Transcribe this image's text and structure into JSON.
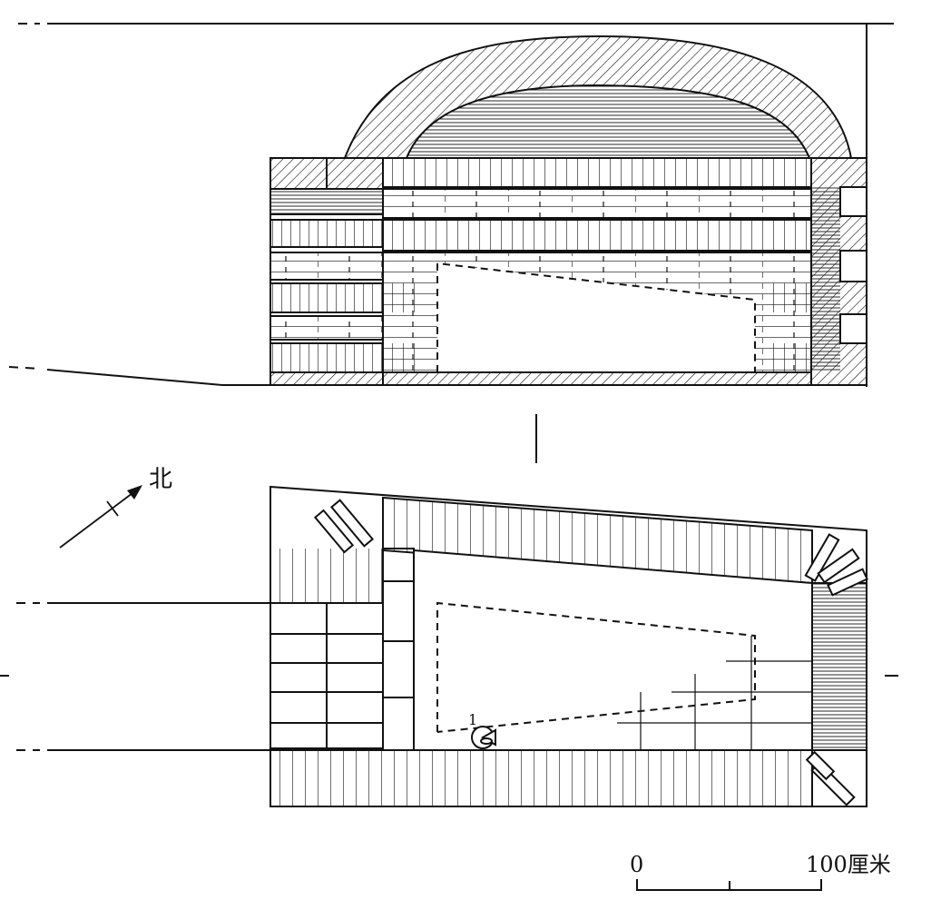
{
  "figure": {
    "north_label": "北",
    "find_number": "1",
    "scale_zero": "0",
    "scale_max": "100厘米"
  }
}
